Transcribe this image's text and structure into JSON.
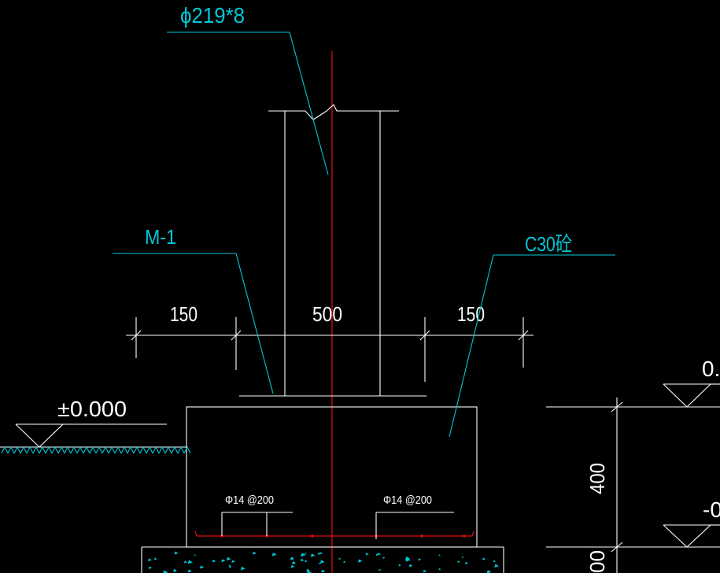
{
  "drawing": {
    "background": "#000000",
    "colors": {
      "outline": "#ffffff",
      "annotation": "#00c8d8",
      "centerline": "#e01010",
      "rebar": "#e01010",
      "concrete_fill": "#00c8d8"
    }
  },
  "labels": {
    "pipe_spec": "ϕ219*8",
    "embed_plate": "M-1",
    "concrete_grade": "C30砼",
    "dim_left": "150",
    "dim_center": "500",
    "dim_right": "150",
    "elevation_left": "±0.000",
    "elevation_right_top": "0.",
    "elevation_right_bottom": "-0",
    "dim_height": "400",
    "dim_height_lower": "00",
    "rebar_left": "Φ14 @200",
    "rebar_right": "Φ14 @200"
  }
}
